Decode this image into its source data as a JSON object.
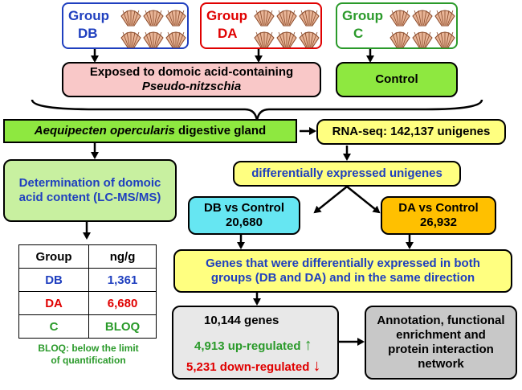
{
  "groups": [
    {
      "label_line1": "Group",
      "label_line2": "DB",
      "color": "#1f3fbf"
    },
    {
      "label_line1": "Group",
      "label_line2": "DA",
      "color": "#e00000"
    },
    {
      "label_line1": "Group",
      "label_line2": "C",
      "color": "#2a9a2a"
    }
  ],
  "exposed": {
    "line1": "Exposed to domoic acid-containing",
    "line2": "Pseudo-nitzschia"
  },
  "control": "Control",
  "tissue": {
    "species": "Aequipecten opercularis",
    "rest": " digestive gland"
  },
  "rnaseq": "RNA-seq: 142,137 unigenes",
  "determination": {
    "line1": "Determination of domoic",
    "line2": "acid content (LC-MS/MS)"
  },
  "diff_unigenes": "differentially expressed unigenes",
  "db_vs_control": {
    "line1": "DB vs Control",
    "line2": "20,680"
  },
  "da_vs_control": {
    "line1": "DA vs Control",
    "line2": "26,932"
  },
  "both_groups": {
    "line1": "Genes that were differentially expressed in both",
    "line2": "groups (DB and DA) and in the same direction"
  },
  "genes": {
    "total": "10,144 genes",
    "up": "4,913 up-regulated",
    "down": "5,231 down-regulated"
  },
  "annotation": {
    "line1": "Annotation, functional",
    "line2": "enrichment and",
    "line3": "protein interaction",
    "line4": "network"
  },
  "table": {
    "headers": [
      "Group",
      "ng/g"
    ],
    "rows": [
      {
        "group": "DB",
        "value": "1,361",
        "color": "#1f3fbf"
      },
      {
        "group": "DA",
        "value": "6,680",
        "color": "#e00000"
      },
      {
        "group": "C",
        "value": "BLOQ",
        "color": "#2a9a2a"
      }
    ]
  },
  "bloq_note": {
    "line1": "BLOQ: below the limit",
    "line2": "of quantification"
  },
  "colors": {
    "pink": "#f9c8c8",
    "lime": "#8ee840",
    "yellow": "#ffff80",
    "aqua": "#66e6f2",
    "orange": "#ffc000",
    "lightgreen": "#c8f0a0",
    "lightgray": "#e8e8e8",
    "gray": "#c8c8c8",
    "up_arrow": "#2a9a2a",
    "down_arrow": "#e00000",
    "shell": "#e8b496",
    "shell_stroke": "#8a4a2a"
  }
}
